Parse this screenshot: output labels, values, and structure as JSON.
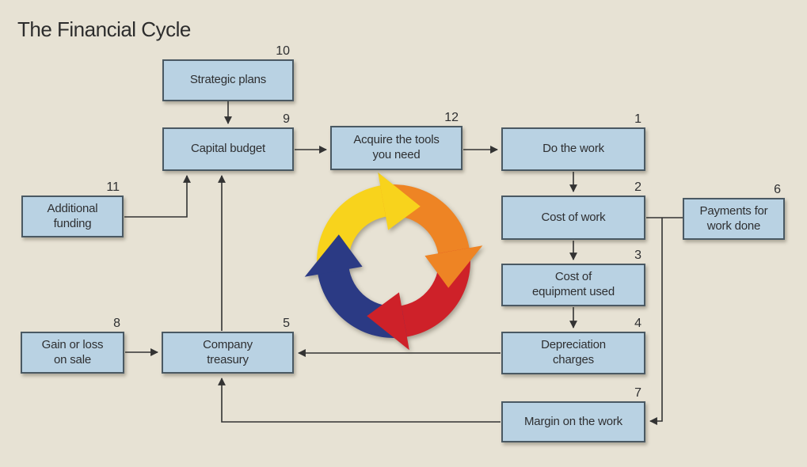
{
  "title": "The Financial Cycle",
  "colors": {
    "background": "#e7e2d4",
    "box_fill": "#b9d2e3",
    "box_border": "#4a5963",
    "connector_line": "#333333",
    "text": "#2e2f31"
  },
  "diagram": {
    "nodes": [
      {
        "id": "strategic-plans",
        "label": "Strategic plans",
        "number": "10"
      },
      {
        "id": "capital-budget",
        "label": "Capital budget",
        "number": "9"
      },
      {
        "id": "acquire-tools",
        "label": "Acquire the tools\nyou need",
        "number": "12"
      },
      {
        "id": "do-the-work",
        "label": "Do the work",
        "number": "1"
      },
      {
        "id": "additional-funding",
        "label": "Additional\nfunding",
        "number": "11"
      },
      {
        "id": "cost-of-work",
        "label": "Cost of work",
        "number": "2"
      },
      {
        "id": "payments-for-work-done",
        "label": "Payments for\nwork done",
        "number": "6"
      },
      {
        "id": "cost-of-equipment-used",
        "label": "Cost of\nequipment used",
        "number": "3"
      },
      {
        "id": "depreciation-charges",
        "label": "Depreciation\ncharges",
        "number": "4"
      },
      {
        "id": "gain-or-loss-on-sale",
        "label": "Gain or loss\non sale",
        "number": "8"
      },
      {
        "id": "company-treasury",
        "label": "Company\ntreasury",
        "number": "5"
      },
      {
        "id": "margin-on-the-work",
        "label": "Margin on the work",
        "number": "7"
      }
    ],
    "edges": [
      {
        "from": "strategic-plans",
        "to": "capital-budget",
        "arrow": true
      },
      {
        "from": "capital-budget",
        "to": "acquire-tools",
        "arrow": true
      },
      {
        "from": "acquire-tools",
        "to": "do-the-work",
        "arrow": true
      },
      {
        "from": "do-the-work",
        "to": "cost-of-work",
        "arrow": true
      },
      {
        "from": "cost-of-work",
        "to": "cost-of-equipment-used",
        "arrow": true
      },
      {
        "from": "cost-of-equipment-used",
        "to": "depreciation-charges",
        "arrow": true
      },
      {
        "from": "cost-of-work",
        "to": "payments-for-work-done",
        "arrow": false
      },
      {
        "from": "payments-for-work-done",
        "to": "margin-on-the-work",
        "arrow": true
      },
      {
        "from": "depreciation-charges",
        "to": "company-treasury",
        "arrow": true
      },
      {
        "from": "gain-or-loss-on-sale",
        "to": "company-treasury",
        "arrow": true
      },
      {
        "from": "company-treasury",
        "to": "capital-budget",
        "arrow": true
      },
      {
        "from": "additional-funding",
        "to": "capital-budget",
        "arrow": true
      },
      {
        "from": "margin-on-the-work",
        "to": "company-treasury",
        "arrow": true
      }
    ],
    "cycle_graphic": {
      "type": "circular-arrows",
      "direction": "clockwise",
      "arrow_colors": [
        "#f8d31c",
        "#ee8424",
        "#ce2129",
        "#2b3a84"
      ]
    }
  }
}
